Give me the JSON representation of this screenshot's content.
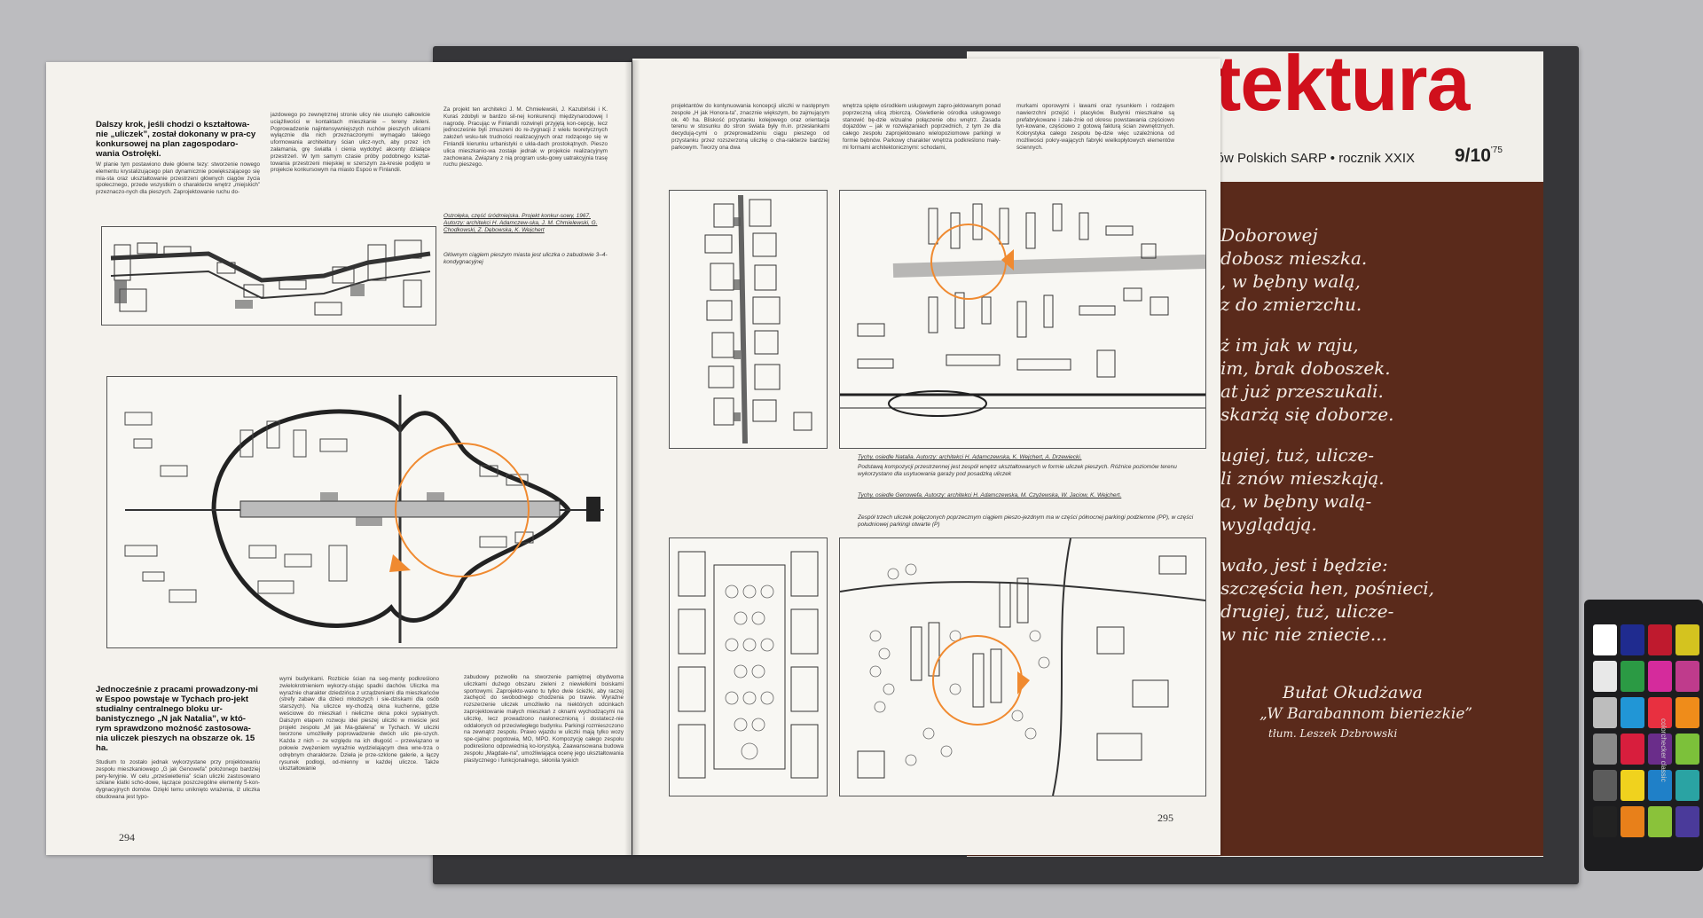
{
  "cover": {
    "title": "tektura",
    "subtitle": "któw Polskich SARP • rocznik XXIX",
    "issue": "9/10",
    "issue_year": "'75",
    "poem_lines": [
      "Doborowej",
      "dobosz mieszka.",
      ", w bębny walą,",
      "z do zmierzchu.",
      "ż im jak w raju,",
      "im, brak doboszek.",
      "at już przeszukali.",
      "skarżą się doborze.",
      "ugiej, tuż, ulicze-",
      "li znów mieszkają.",
      "a, w bębny walą-",
      "wyglądają.",
      "wało, jest i będzie:",
      "szczęścia hen, pośnieci,",
      "drugiej, tuż, ulicze-",
      "w nic nie zniecie..."
    ],
    "signature_name": "Bułat Okudżawa",
    "signature_title": "„W Barabannom bieriezkie”",
    "signature_translator": "tłum. Leszek Dzbrowski"
  },
  "left_page": {
    "page_number": "294",
    "heading_1": "Dalszy krok, jeśli chodzi o kształtowa-nie „uliczek”, został dokonany w pra-cy konkursowej na plan zagospodaro-wania Ostrołęki.",
    "col1_text": "W planie tym postawiono dwie główne tezy: stworzenie nowego elementu krystalizującego plan dynamicznie powiększającego się mia-sta oraz ukształtowanie przestrzeni głównych ciągów życia społecznego, przede wszystkim o charakterze wnętrz „miejskich” przeznaczo-nych dla pieszych. Zaprojektowanie ruchu do-",
    "col2_text": "jazdowego po zewnętrznej stronie ulicy nie usunęło całkowicie uciążliwości w kontaktach mieszkanie – tereny zieleni. Poprowadzenie najintensywniejszych ruchów pieszych ulicami wyłącznie dla nich przeznaczonymi wymagało takiego uformowania architektury ścian ulicz-nych, aby przez ich załamania, grę światła i cienia wydobyć akcenty działące przestrzeń. W tym samym czasie próby podobnego kształ-towania przestrzeni miejskiej w szerszym za-kresie podjęto w projekcie konkursowym na miasto Espoo w Finlandii.",
    "col3_text": "Za projekt ten architekci J. M. Chmielewski, J. Kazubiński i K. Kuraś zdobyli w bardzo sil-nej konkurencji międzynarodowej I nagrodę. Pracując w Finlandii rozwinęli przyjętą kon-cepcję, lecz jednocześnie byli zmuszeni do re-zygnacji z wielu teoretycznych założeń wsku-tek trudności realizacyjnych oraz rodzącego się w Finlandii kierunku urbanistyki o ukła-dach prostokątnych. Pieszo ulica mieszkanio-wa zostaje jednak w projekcie realizacyjnym zachowana. Związany z nią program usłu-gowy uatrakcyjnia trasę ruchu pieszego.",
    "caption_1": "Ostrołęka, część śródmiejska. Projekt konkur-sowy, 1967. Autorzy: architekci H. Adamczew-ska, J. M. Chmielewski, G. Chodkowski, Z. Dębowska, K. Wejchert",
    "caption_2": "Głównym ciągiem pieszym miasta jest uliczka o zabudowie 3–4-kondygnacyjnej",
    "heading_2": "Jednocześnie z pracami prowadzony-mi w Espoo powstaje w Tychach pro-jekt studialny centralnego bloku ur-banistycznego „N jak Natalia”, w któ-rym sprawdzono możność zastosowa-nia uliczek pieszych na obszarze ok. 15 ha.",
    "col1b_text": "Studium to zostało jednak wykorzystane przy projektowaniu zespołu mieszkaniowego „G jak Genowefa” położonego bardziej pery-feryjnie. W celu „prześwietlenia” ścian uliczki zastosowano szklane klatki scho-dowe, łączące poszczególne elementy 5-kon-dygnacyjnych domów. Dzięki temu uniknięto wrażenia, iż uliczka obudowana jest typo-",
    "col2b_text": "wymi budynkami. Rozbicie ścian na seg-menty podkreślono zwielokrotnieniem wykorzy-stując spadki dachów. Uliczka ma wyraźnie charakter dziedzińca z urządzeniami dla mieszkańców (strefy zabaw dla dzieci młodszych i sie-dziskami dla osób starszych). Na uliczce wy-chodzą okna kuchenne, gdzie weściowe do mieszkań i nieliczne okna pokoi sypialnych. Dalszym etapem rozwoju idei pieszej uliczki w mieście jest projekt zespołu „M jak Ma-gdalena” w Tychach. W uliczki tworzone umożliwiły poprowadzenie dwóch ulic pie-szych. Każda z nich – ze względu na ich długość – przewiązano w połowie zwężeniem wyraźnie wydzielającym dwa wne-trza o odrębnym charakterze. Dzieła je prze-szklone galerie, a łączy rysunek podłogi, od-mienny w każdej uliczce. Także ukształtowanie",
    "col3b_text": "zabudowy pozwoliło na stworzenie pamiętnej obydwoma uliczkami dużego obszaru zieleni z niewielkimi boiskami sportowymi. Zaprojekto-wano tu tylko dwie ścieżki, aby raczej zachęcić do swobodnego chodzenia po trawie. Wyraźne rozszerzenie uliczek umożliwiło na niektórych odcinkach zaprojektowanie małych mieszkań z oknami wychodzącymi na uliczkę, lecz prowadzono nasłonecznioną i dostatecz-nie oddalonych od przeciwległego budynku. Parkingi rozmieszczono na zewnątrz zespołu. Prawo wjazdu w uliczki mają tylko wozy spe-cjalne: pogotowia, MO, MPO. Kompozycję całego zespołu podkreślono odpowiednią ko-lorystyką. Zaawansowana budowa zespołu „Magdale-na”, umożliwiająca ocenę jego ukształtowania plastycznego i funkcjonalnego, skłonila tyskich"
  },
  "right_page": {
    "page_number": "295",
    "col1_text": "projektantów do kontynuowania koncepcji uliczki w następnym zespole „H jak Honora-ta”, znacznie większym, bo zajmującym ok. 40 ha. Bliskość przystanku kolejowego oraz orientacja terenu w stosunku do stron świata były m.in. przesłankami decydują-cymi o przeprowadzeniu ciągu pieszego od przystanku przez rozszerzoną uliczkę o cha-rakterze bardziej parkowym. Tworzy ona dwa",
    "col2_text": "wnętrza spięte ośrodkiem usługowym zapro-jektowanym ponad poprzeczną ulicą zbiorczą. Oświetlenie ośrodka usługowego stanowić bę-dzie wizualne połączenie obu wnętrz. Zasada dojazdów – jak w rozwiązaniach poprzednich, z tym że dla całego zespołu zaprojektowano wielopoziomowe parkingi w formie bębnów. Parkowy charakter wnętrza podkreślono mały-mi formami architektonicznymi: schodami,",
    "col3_text": "murkami oporowymi i ławami oraz rysunkiem i rodzajem nawierzchni przejść i placyków. Budynki mieszkalne są prefabrykowane i zale-żnie od okresu powstawania częściowo tyn-kowane, częściowo z gotową fakturą ścian zewnętrznych. Kolorystyka całego zespołu bę-dzie więc uzależniona od możliwości pokry-wających fabryki wielkopłytowych elementów ściennych.",
    "caption_1a": "Tychy, osiedle Natalia. Autorzy: architekci H. Adamczewska, K. Wejchert, A. Drzewiecki.",
    "caption_1b": "Podstawą kompozycji przestrzennej jest zespół wnętrz ukształtowanych w formie uliczek pieszych. Różnice poziomów terenu wykorzystano dla usytuowania garaży pod posadzką uliczek",
    "caption_2a": "Tychy, osiedle Genowefa. Autorzy: architekci H. Adamczewska, M. Czyżewska, W. Jaciow, K. Wejchert.",
    "caption_2b": "Zespół trzech uliczek połączonych poprzecznym ciągiem pieszo-jezdnym ma w części północnej parkingi podziemne (PP), w części południowej parkingi otwarte (P)"
  },
  "checker": {
    "label": "colorchecker classic",
    "swatches": [
      "#ffffff",
      "#1f2b8f",
      "#bf1a2e",
      "#d4c31f",
      "#e8e8e8",
      "#2b9a44",
      "#d52b9c",
      "#bf3b8c",
      "#bdbdbd",
      "#2196d6",
      "#e83040",
      "#ef8c1a",
      "#8a8a8a",
      "#d81e3d",
      "#6a2d8a",
      "#7cc13a",
      "#5c5c5c",
      "#f0d21e",
      "#1f80c8",
      "#2aa3a3",
      "#222222",
      "#e8801a",
      "#8ac23a",
      "#4a3a9a"
    ]
  },
  "colors": {
    "cover_red": "#d0101c",
    "cover_brown": "#5a2a1b",
    "plan_orange": "#f08a30"
  }
}
